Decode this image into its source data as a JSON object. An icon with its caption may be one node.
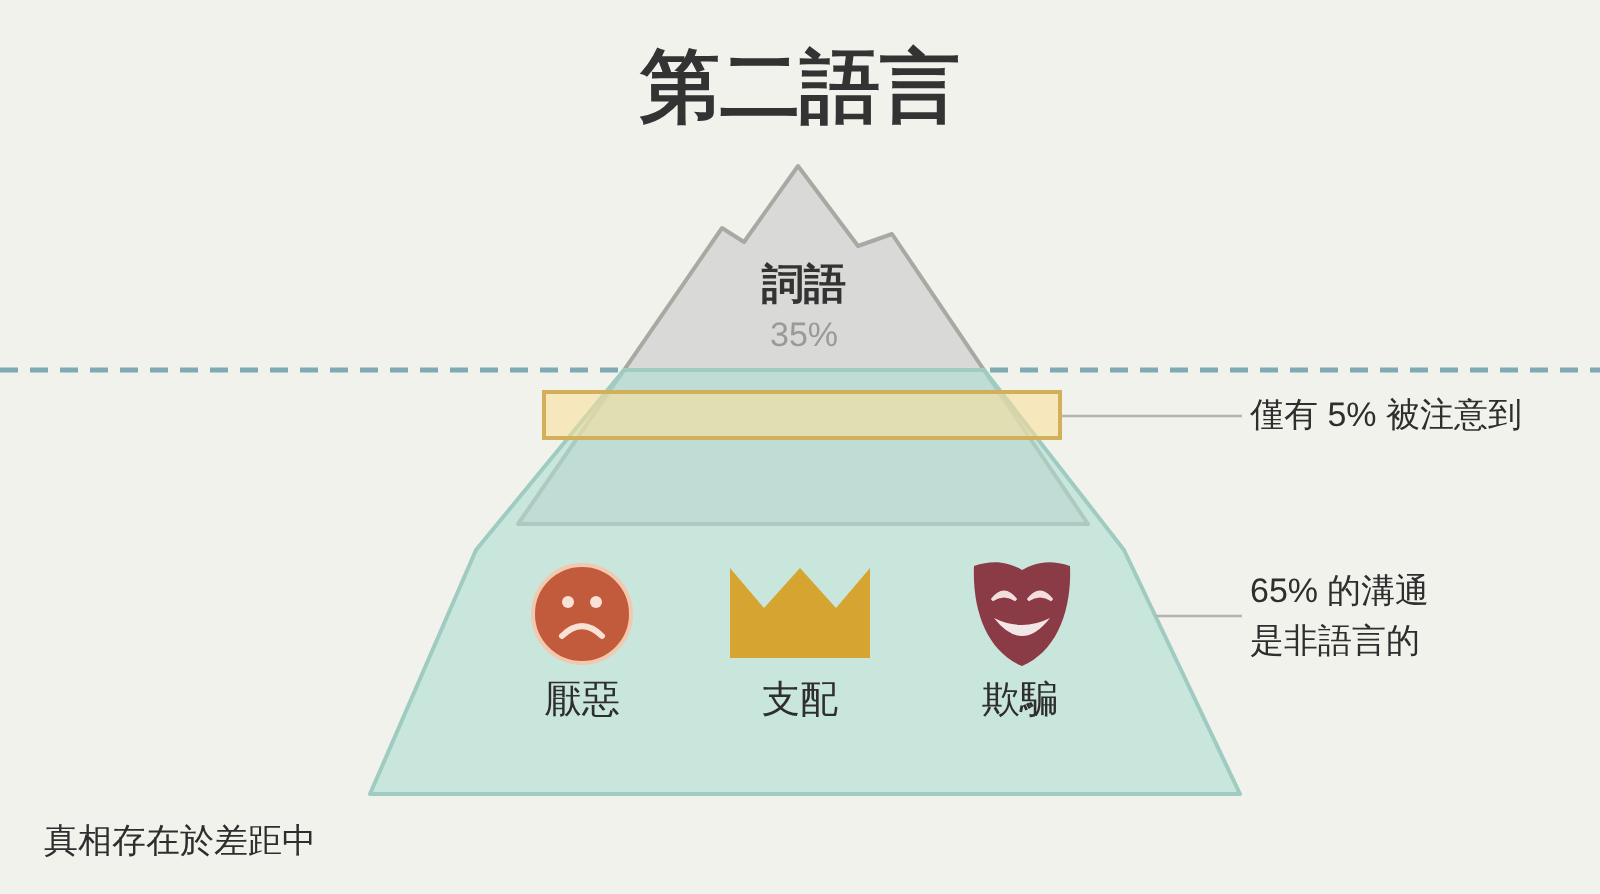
{
  "diagram": {
    "title": "第二語言",
    "nodes": [
      {
        "text": [
          "詞語",
          "35%"
        ]
      },
      {
        "text": [],
        "shape": "bar"
      },
      {
        "text": [
          "僅有 5% 被注意到"
        ]
      },
      {
        "text": [],
        "shape": "trapezoid"
      },
      {
        "text": [
          "65% 的溝通是非語言的"
        ]
      }
    ],
    "edges": [
      {
        "from": 2,
        "to": 1,
        "arrow": "none"
      },
      {
        "from": 4,
        "to": 3,
        "arrow": "none"
      }
    ],
    "labels": [
      "厭惡",
      "支配",
      "欺騙",
      "真相存在於差距中"
    ]
  }
}
